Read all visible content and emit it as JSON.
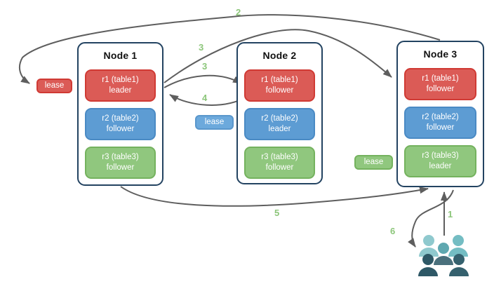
{
  "nodes": [
    {
      "title": "Node 1",
      "replicas": [
        {
          "name": "r1 (table1)",
          "role": "leader",
          "color": "red"
        },
        {
          "name": "r2 (table2)",
          "role": "follower",
          "color": "blue"
        },
        {
          "name": "r3 (table3)",
          "role": "follower",
          "color": "green"
        }
      ]
    },
    {
      "title": "Node 2",
      "replicas": [
        {
          "name": "r1 (table1)",
          "role": "follower",
          "color": "red"
        },
        {
          "name": "r2 (table2)",
          "role": "leader",
          "color": "blue"
        },
        {
          "name": "r3 (table3)",
          "role": "follower",
          "color": "green"
        }
      ]
    },
    {
      "title": "Node 3",
      "replicas": [
        {
          "name": "r1 (table1)",
          "role": "follower",
          "color": "red"
        },
        {
          "name": "r2 (table2)",
          "role": "follower",
          "color": "blue"
        },
        {
          "name": "r3 (table3)",
          "role": "leader",
          "color": "green"
        }
      ]
    }
  ],
  "leases": [
    {
      "label": "lease",
      "color": "#DB5B56"
    },
    {
      "label": "lease",
      "color": "#6CA9DC"
    },
    {
      "label": "lease",
      "color": "#90C77E"
    }
  ],
  "steps": [
    "1",
    "2",
    "3",
    "3",
    "4",
    "5",
    "6"
  ],
  "icons": {
    "users": "users-group-icon"
  },
  "colors": {
    "node_border": "#234361",
    "replica_red": "#DB5B56",
    "replica_blue": "#5D9CD3",
    "replica_green": "#90C77E",
    "lease_blue": "#6CA9DC",
    "arrow": "#5E5E5E",
    "step_label": "#8CC67A",
    "users_light_teal": "#8FC9CE",
    "users_mid_teal": "#74BDC3",
    "users_teal": "#5FA8B0",
    "users_gray_teal": "#4A707C",
    "users_dark_slate": "#2E5866"
  }
}
